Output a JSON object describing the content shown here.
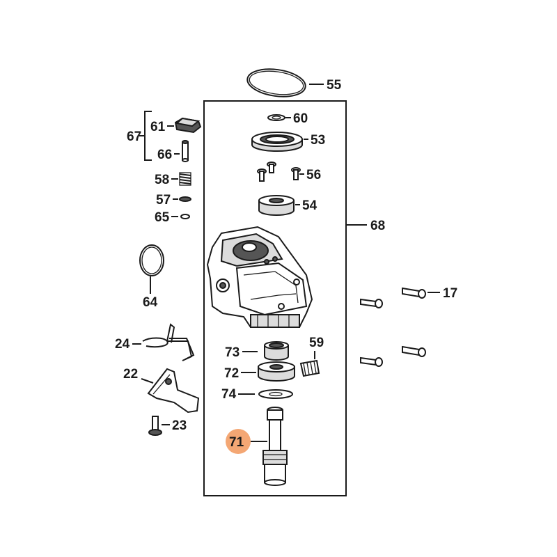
{
  "diagram": {
    "highlight_color": "#f4a774",
    "highlighted_part": "71",
    "labels": {
      "p55": "55",
      "p60": "60",
      "p53": "53",
      "p56": "56",
      "p54": "54",
      "p68": "68",
      "p67": "67",
      "p61": "61",
      "p66": "66",
      "p58": "58",
      "p57": "57",
      "p65": "65",
      "p64": "64",
      "p17": "17",
      "p24": "24",
      "p22": "22",
      "p23": "23",
      "p73": "73",
      "p59": "59",
      "p72": "72",
      "p74": "74",
      "p71": "71"
    }
  }
}
